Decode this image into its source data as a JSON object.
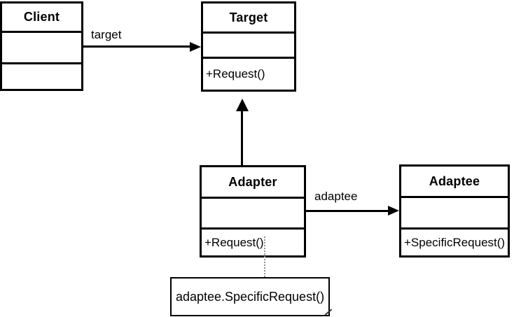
{
  "colors": {
    "line": "#000000",
    "background": "#ffffff",
    "dependency_dotted": "#8f8f8f"
  },
  "classes": {
    "client": {
      "name": "Client",
      "attributes": "",
      "methods": ""
    },
    "target": {
      "name": "Target",
      "attributes": "",
      "methods": "+Request()"
    },
    "adapter": {
      "name": "Adapter",
      "attributes": "",
      "methods": "+Request()"
    },
    "adaptee": {
      "name": "Adaptee",
      "attributes": "",
      "methods": "+SpecificRequest()"
    }
  },
  "edges": {
    "client_to_target": {
      "label": "target",
      "type": "association-arrow"
    },
    "adapter_to_target": {
      "label": "",
      "type": "generalization-arrow"
    },
    "adapter_to_adaptee": {
      "label": "adaptee",
      "type": "association-arrow"
    },
    "adapter_to_note": {
      "label": "",
      "type": "dotted-dependency"
    }
  },
  "note": {
    "text": "adaptee.SpecificRequest()"
  },
  "icons": {
    "arrow_right": "filled-triangle-right",
    "arrow_up": "filled-triangle-up"
  }
}
